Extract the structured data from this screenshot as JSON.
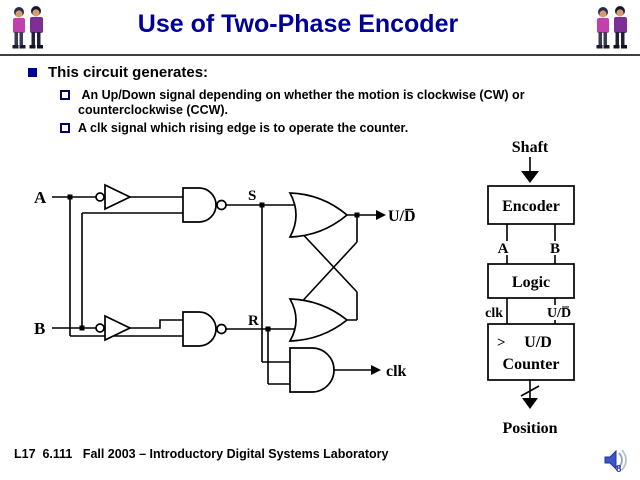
{
  "title": "Use of Two-Phase Encoder",
  "bullets": {
    "main": "This circuit generates:",
    "sub1": " An Up/Down signal depending on whether the motion is clockwise (CW) or counterclockwise (CCW).",
    "sub2": "A clk signal which rising edge is to operate the counter."
  },
  "circuit": {
    "input_a": "A",
    "input_b": "B",
    "s": "S",
    "r": "R",
    "ud": "U/D̅",
    "clk": "clk"
  },
  "block": {
    "shaft": "Shaft",
    "encoder": "Encoder",
    "sig_a": "A",
    "sig_b": "B",
    "logic": "Logic",
    "clk": "clk",
    "ud": "U/D̅",
    "clock_input": ">",
    "counter_line1": "U/D",
    "counter_line2": "Counter",
    "position": "Position"
  },
  "footer": {
    "text": "L17  6.111   Fall 2003 – Introductory Digital Systems Laboratory",
    "page": "8"
  },
  "colors": {
    "title": "#000099",
    "bullet": "#000099",
    "speaker": "#3a57c4"
  }
}
